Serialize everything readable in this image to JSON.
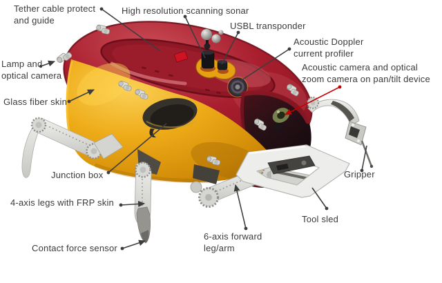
{
  "figure": {
    "type": "annotated-diagram",
    "subject": "Six-legged underwater walking robot with labeled components",
    "background": "#ffffff"
  },
  "colors": {
    "carapace_red": "#a81e2e",
    "hull_yellow": "#eeab18",
    "leg_gray": "#d9d9d5",
    "leader_line": "#3d3d3d",
    "leader_line_red": "#c40000",
    "label_text": "#3a3a3a"
  },
  "labels": [
    {
      "id": "tether-cable",
      "text": "Tether cable protect\nand guide"
    },
    {
      "id": "scanning-sonar",
      "text": "High resolution scanning sonar"
    },
    {
      "id": "usbl-transponder",
      "text": "USBL transponder"
    },
    {
      "id": "doppler-profiler",
      "text": "Acoustic Doppler\ncurrent profiler"
    },
    {
      "id": "acoustic-camera",
      "text": "Acoustic camera and optical\nzoom camera on pan/tilt device"
    },
    {
      "id": "lamp-camera",
      "text": "Lamp and\noptical camera"
    },
    {
      "id": "glass-fiber-skin",
      "text": "Glass fiber skin"
    },
    {
      "id": "junction-box",
      "text": "Junction box"
    },
    {
      "id": "legs-frp",
      "text": "4-axis legs with FRP skin"
    },
    {
      "id": "contact-force-sensor",
      "text": "Contact force sensor"
    },
    {
      "id": "forward-leg-arm",
      "text": "6-axis forward\nleg/arm"
    },
    {
      "id": "tool-sled",
      "text": "Tool sled"
    },
    {
      "id": "gripper",
      "text": "Gripper"
    }
  ]
}
